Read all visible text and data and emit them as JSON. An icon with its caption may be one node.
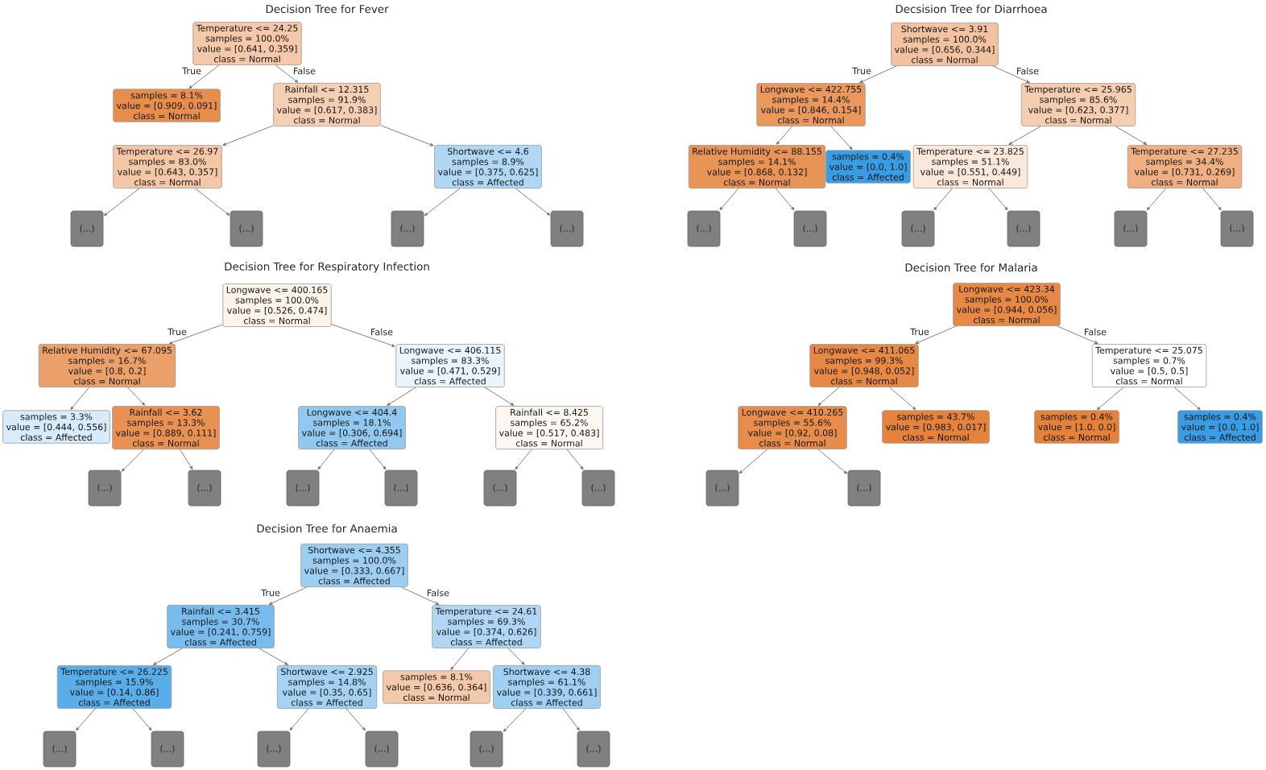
{
  "diagram": {
    "nodes": [
      {
        "text": [
          "Temperature <= 24.25",
          "samples = 100.0%",
          "value = [0.641, 0.359]",
          "class = Normal"
        ]
      },
      {
        "text": [
          "samples = 8.1%",
          "value = [0.909, 0.091]",
          "class = Normal"
        ]
      },
      {
        "text": [
          "Rainfall <= 12.315",
          "samples = 91.9%",
          "value = [0.617, 0.383]",
          "class = Normal"
        ]
      },
      {
        "text": [
          "Temperature <= 26.97",
          "samples = 83.0%",
          "value = [0.643, 0.357]",
          "class = Normal"
        ]
      },
      {
        "text": [
          "Shortwave <= 4.6",
          "samples = 8.9%",
          "value = [0.375, 0.625]",
          "class = Affected"
        ]
      },
      {
        "text": [
          "(...)"
        ]
      },
      {
        "text": [
          "(...)"
        ]
      },
      {
        "text": [
          "(...)"
        ]
      },
      {
        "text": [
          "(...)"
        ]
      },
      {
        "text": [
          "Shortwave <= 3.91",
          "samples = 100.0%",
          "value = [0.656, 0.344]",
          "class = Normal"
        ]
      },
      {
        "text": [
          "Longwave <= 422.755",
          "samples = 14.4%",
          "value = [0.846, 0.154]",
          "class = Normal"
        ]
      },
      {
        "text": [
          "Temperature <= 25.965",
          "samples = 85.6%",
          "value = [0.623, 0.377]",
          "class = Normal"
        ]
      },
      {
        "text": [
          "Relative Humidity <= 88.155",
          "samples = 14.1%",
          "value = [0.868, 0.132]",
          "class = Normal"
        ]
      },
      {
        "text": [
          "samples = 0.4%",
          "value = [0.0, 1.0]",
          "class = Affected"
        ]
      },
      {
        "text": [
          "Temperature <= 23.825",
          "samples = 51.1%",
          "value = [0.551, 0.449]",
          "class = Normal"
        ]
      },
      {
        "text": [
          "Temperature <= 27.235",
          "samples = 34.4%",
          "value = [0.731, 0.269]",
          "class = Normal"
        ]
      },
      {
        "text": [
          "(...)"
        ]
      },
      {
        "text": [
          "(...)"
        ]
      },
      {
        "text": [
          "(...)"
        ]
      },
      {
        "text": [
          "(...)"
        ]
      },
      {
        "text": [
          "(...)"
        ]
      },
      {
        "text": [
          "(...)"
        ]
      },
      {
        "text": [
          "Longwave <= 400.165",
          "samples = 100.0%",
          "value = [0.526, 0.474]",
          "class = Normal"
        ]
      },
      {
        "text": [
          "Relative Humidity <= 67.095",
          "samples = 16.7%",
          "value = [0.8, 0.2]",
          "class = Normal"
        ]
      },
      {
        "text": [
          "Longwave <= 406.115",
          "samples = 83.3%",
          "value = [0.471, 0.529]",
          "class = Affected"
        ]
      },
      {
        "text": [
          "samples = 3.3%",
          "value = [0.444, 0.556]",
          "class = Affected"
        ]
      },
      {
        "text": [
          "Rainfall <= 3.62",
          "samples = 13.3%",
          "value = [0.889, 0.111]",
          "class = Normal"
        ]
      },
      {
        "text": [
          "Longwave <= 404.4",
          "samples = 18.1%",
          "value = [0.306, 0.694]",
          "class = Affected"
        ]
      },
      {
        "text": [
          "Rainfall <= 8.425",
          "samples = 65.2%",
          "value = [0.517, 0.483]",
          "class = Normal"
        ]
      },
      {
        "text": [
          "(...)"
        ]
      },
      {
        "text": [
          "(...)"
        ]
      },
      {
        "text": [
          "(...)"
        ]
      },
      {
        "text": [
          "(...)"
        ]
      },
      {
        "text": [
          "(...)"
        ]
      },
      {
        "text": [
          "(...)"
        ]
      },
      {
        "text": [
          "Longwave <= 423.34",
          "samples = 100.0%",
          "value = [0.944, 0.056]",
          "class = Normal"
        ]
      },
      {
        "text": [
          "Longwave <= 411.065",
          "samples = 99.3%",
          "value = [0.948, 0.052]",
          "class = Normal"
        ]
      },
      {
        "text": [
          "Temperature <= 25.075",
          "samples = 0.7%",
          "value = [0.5, 0.5]",
          "class = Normal"
        ]
      },
      {
        "text": [
          "Longwave <= 410.265",
          "samples = 55.6%",
          "value = [0.92, 0.08]",
          "class = Normal"
        ]
      },
      {
        "text": [
          "samples = 43.7%",
          "value = [0.983, 0.017]",
          "class = Normal"
        ]
      },
      {
        "text": [
          "samples = 0.4%",
          "value = [1.0, 0.0]",
          "class = Normal"
        ]
      },
      {
        "text": [
          "samples = 0.4%",
          "value = [0.0, 1.0]",
          "class = Affected"
        ]
      },
      {
        "text": [
          "(...)"
        ]
      },
      {
        "text": [
          "(...)"
        ]
      },
      {
        "text": [
          "Shortwave <= 4.355",
          "samples = 100.0%",
          "value = [0.333, 0.667]",
          "class = Affected"
        ]
      },
      {
        "text": [
          "Rainfall <= 3.415",
          "samples = 30.7%",
          "value = [0.241, 0.759]",
          "class = Affected"
        ]
      },
      {
        "text": [
          "Temperature <= 24.61",
          "samples = 69.3%",
          "value = [0.374, 0.626]",
          "class = Affected"
        ]
      },
      {
        "text": [
          "Temperature <= 26.225",
          "samples = 15.9%",
          "value = [0.14, 0.86]",
          "class = Affected"
        ]
      },
      {
        "text": [
          "Shortwave <= 2.925",
          "samples = 14.8%",
          "value = [0.35, 0.65]",
          "class = Affected"
        ]
      },
      {
        "text": [
          "samples = 8.1%",
          "value = [0.636, 0.364]",
          "class = Normal"
        ]
      },
      {
        "text": [
          "Shortwave <= 4.38",
          "samples = 61.1%",
          "value = [0.339, 0.661]",
          "class = Affected"
        ]
      },
      {
        "text": [
          "(...)"
        ]
      },
      {
        "text": [
          "(...)"
        ]
      },
      {
        "text": [
          "(...)"
        ]
      },
      {
        "text": [
          "(...)"
        ]
      },
      {
        "text": [
          "(...)"
        ]
      },
      {
        "text": [
          "(...)"
        ]
      }
    ],
    "edges": [
      {
        "from": 0,
        "to": 1,
        "arrow": "to",
        "label": "True"
      },
      {
        "from": 0,
        "to": 2,
        "arrow": "to",
        "label": "False"
      },
      {
        "from": 2,
        "to": 3,
        "arrow": "to"
      },
      {
        "from": 2,
        "to": 4,
        "arrow": "to"
      },
      {
        "from": 3,
        "to": 5,
        "arrow": "to"
      },
      {
        "from": 3,
        "to": 6,
        "arrow": "to"
      },
      {
        "from": 4,
        "to": 7,
        "arrow": "to"
      },
      {
        "from": 4,
        "to": 8,
        "arrow": "to"
      },
      {
        "from": 9,
        "to": 10,
        "arrow": "to",
        "label": "True"
      },
      {
        "from": 9,
        "to": 11,
        "arrow": "to",
        "label": "False"
      },
      {
        "from": 10,
        "to": 12,
        "arrow": "to"
      },
      {
        "from": 10,
        "to": 13,
        "arrow": "to"
      },
      {
        "from": 11,
        "to": 14,
        "arrow": "to"
      },
      {
        "from": 11,
        "to": 15,
        "arrow": "to"
      },
      {
        "from": 12,
        "to": 16,
        "arrow": "to"
      },
      {
        "from": 12,
        "to": 17,
        "arrow": "to"
      },
      {
        "from": 14,
        "to": 18,
        "arrow": "to"
      },
      {
        "from": 14,
        "to": 19,
        "arrow": "to"
      },
      {
        "from": 15,
        "to": 20,
        "arrow": "to"
      },
      {
        "from": 15,
        "to": 21,
        "arrow": "to"
      },
      {
        "from": 22,
        "to": 23,
        "arrow": "to",
        "label": "True"
      },
      {
        "from": 22,
        "to": 24,
        "arrow": "to",
        "label": "False"
      },
      {
        "from": 23,
        "to": 25,
        "arrow": "to"
      },
      {
        "from": 23,
        "to": 26,
        "arrow": "to"
      },
      {
        "from": 24,
        "to": 27,
        "arrow": "to"
      },
      {
        "from": 24,
        "to": 28,
        "arrow": "to"
      },
      {
        "from": 26,
        "to": 29,
        "arrow": "to"
      },
      {
        "from": 26,
        "to": 30,
        "arrow": "to"
      },
      {
        "from": 27,
        "to": 31,
        "arrow": "to"
      },
      {
        "from": 27,
        "to": 32,
        "arrow": "to"
      },
      {
        "from": 28,
        "to": 33,
        "arrow": "to"
      },
      {
        "from": 28,
        "to": 34,
        "arrow": "to"
      },
      {
        "from": 35,
        "to": 36,
        "arrow": "to",
        "label": "True"
      },
      {
        "from": 35,
        "to": 37,
        "arrow": "to",
        "label": "False"
      },
      {
        "from": 36,
        "to": 38,
        "arrow": "to"
      },
      {
        "from": 36,
        "to": 39,
        "arrow": "to"
      },
      {
        "from": 37,
        "to": 40,
        "arrow": "to"
      },
      {
        "from": 37,
        "to": 41,
        "arrow": "to"
      },
      {
        "from": 38,
        "to": 42,
        "arrow": "to"
      },
      {
        "from": 38,
        "to": 43,
        "arrow": "to"
      },
      {
        "from": 44,
        "to": 45,
        "arrow": "to",
        "label": "True"
      },
      {
        "from": 44,
        "to": 46,
        "arrow": "to",
        "label": "False"
      },
      {
        "from": 45,
        "to": 47,
        "arrow": "to"
      },
      {
        "from": 45,
        "to": 48,
        "arrow": "to"
      },
      {
        "from": 46,
        "to": 49,
        "arrow": "to"
      },
      {
        "from": 46,
        "to": 50,
        "arrow": "to"
      },
      {
        "from": 47,
        "to": 51,
        "arrow": "to"
      },
      {
        "from": 47,
        "to": 52,
        "arrow": "to"
      },
      {
        "from": 48,
        "to": 53,
        "arrow": "to"
      },
      {
        "from": 48,
        "to": 54,
        "arrow": "to"
      },
      {
        "from": 50,
        "to": 55,
        "arrow": "to"
      },
      {
        "from": 50,
        "to": 56,
        "arrow": "to"
      }
    ],
    "labels": [
      "Decision Tree for Fever",
      "Decsision Tree for Diarrhoea",
      "Decision Tree for Respiratory Infection",
      "Decision Tree for Malaria",
      "Decision Tree for Anaemia"
    ]
  }
}
